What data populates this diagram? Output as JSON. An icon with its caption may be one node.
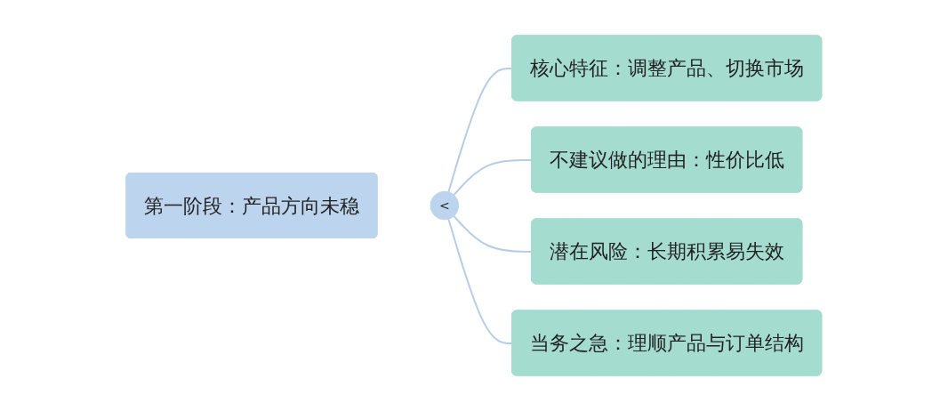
{
  "diagram": {
    "nodes": [
      {
        "text": [
          "第一阶段：产品方向未稳"
        ]
      },
      {
        "text": [
          "<"
        ]
      },
      {
        "text": [
          "核心特征：调整产品、切换市场"
        ]
      },
      {
        "text": [
          "不建议做的理由：性价比低"
        ]
      },
      {
        "text": [
          "潜在风险：长期积累易失效"
        ]
      },
      {
        "text": [
          "当务之急：理顺产品与订单结构"
        ]
      }
    ],
    "edges": [
      {
        "from": 1,
        "to": 2,
        "arrow": "none"
      },
      {
        "from": 1,
        "to": 3,
        "arrow": "none"
      },
      {
        "from": 1,
        "to": 4,
        "arrow": "none"
      },
      {
        "from": 1,
        "to": 5,
        "arrow": "none"
      }
    ]
  }
}
